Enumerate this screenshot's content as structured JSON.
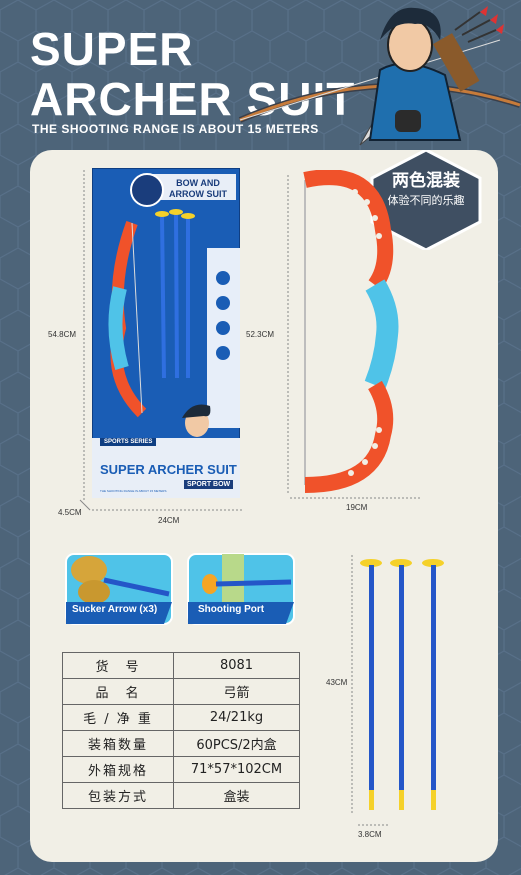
{
  "header": {
    "title_line1": "SUPER",
    "title_line2": "ARCHER SUIT",
    "subtitle": "THE SHOOTING RANGE IS ABOUT 15 METERS"
  },
  "badge": {
    "line1": "两色混装",
    "line2": "体验不同的乐趣"
  },
  "package_box": {
    "header": "BOW AND ARROW SUIT",
    "tag": "SPORTS SERIES",
    "title": "SUPER ARCHER SUIT",
    "logo": "SPORT BOW",
    "subtext": "THE SHOOTING RANGE IS ABOUT 15 METERS",
    "dim_height": "54.8CM",
    "dim_width": "24CM",
    "dim_depth": "4.5CM"
  },
  "bow": {
    "dim_height": "52.3CM",
    "dim_width": "19CM"
  },
  "arrows": {
    "dim_height": "43CM",
    "dim_width": "3.8CM"
  },
  "features": [
    {
      "label": "Sucker Arrow (x3)"
    },
    {
      "label": "Shooting Port"
    }
  ],
  "specs": [
    {
      "key": "货　号",
      "value": "8081"
    },
    {
      "key": "品　名",
      "value": "弓箭"
    },
    {
      "key": "毛 / 净 重",
      "value": "24/21kg"
    },
    {
      "key": "装箱数量",
      "value": "60PCS/2内盒"
    },
    {
      "key": "外箱规格",
      "value": "71*57*102CM"
    },
    {
      "key": "包装方式",
      "value": "盒装"
    }
  ],
  "colors": {
    "background": "#4d6479",
    "panel": "#f1efe6",
    "bow_orange": "#f0522a",
    "bow_blue": "#4fc3e8",
    "arrow_blue": "#2456c8",
    "tip_yellow": "#f5d12a"
  }
}
